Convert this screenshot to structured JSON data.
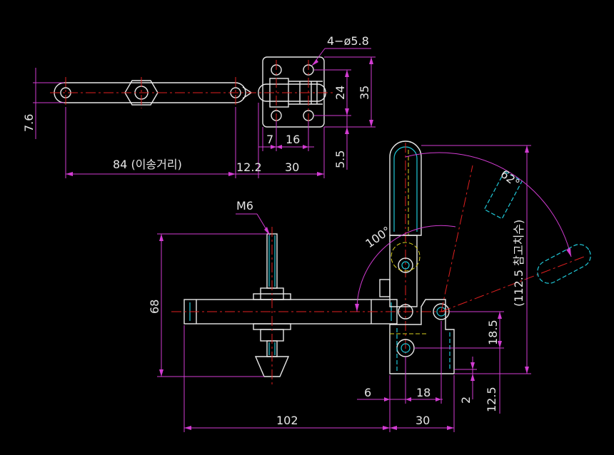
{
  "labels": {
    "holes": "4−ø5.8",
    "d7_6": "7.6",
    "d84": "84 (이송거리)",
    "d12_2": "12.2",
    "d30_top": "30",
    "d7": "7",
    "d16": "16",
    "d24": "24",
    "d35": "35",
    "d5_5": "5.5",
    "m6": "M6",
    "d100": "100°",
    "d62": "62°",
    "d112_5": "(112.5 참고치수)",
    "d68": "68",
    "d18_5": "18.5",
    "d6": "6",
    "d18": "18",
    "d2": "2",
    "d12_5": "12.5",
    "d102": "102",
    "d30_bot": "30"
  },
  "colors": {
    "background": "#000000",
    "part": "#e8e8e8",
    "dimension": "#d23cd2",
    "centerline": "#e02020",
    "hidden": "#20c8d8",
    "yellow": "#d8d020"
  }
}
